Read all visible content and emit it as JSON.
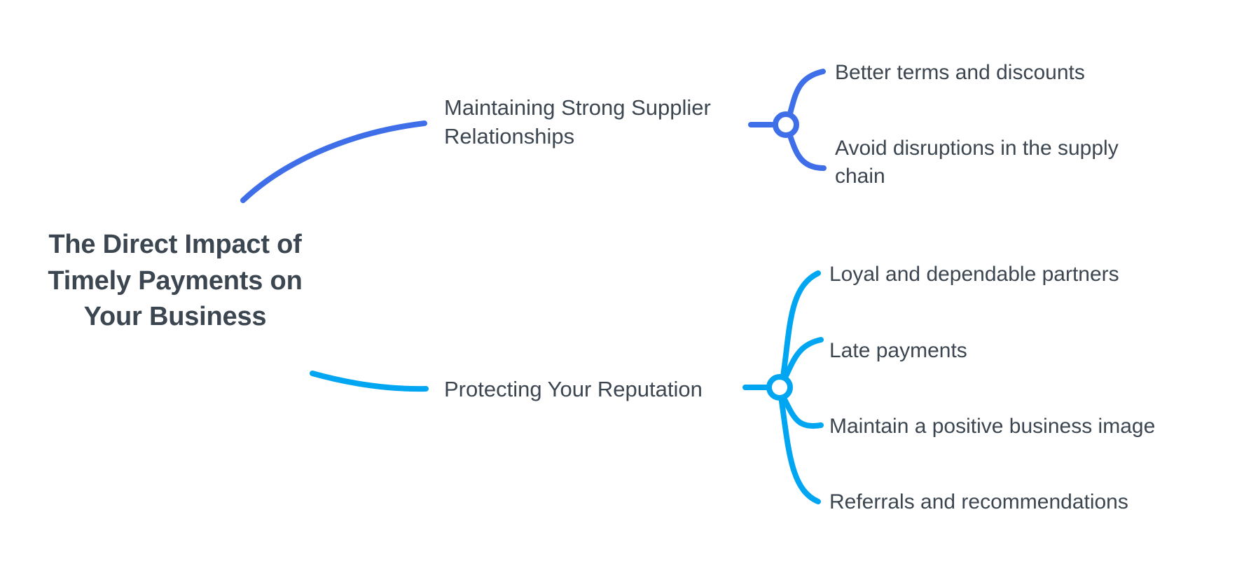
{
  "diagram": {
    "type": "mind-map",
    "background": "#ffffff",
    "text_color": "#3c4650",
    "root": {
      "title": "The Direct Impact of\nTimely Payments on\nYour Business"
    },
    "branches": [
      {
        "label": "Maintaining Strong Supplier\nRelationships",
        "color": "#3f6fe8",
        "hub_icon": "hub-node-icon",
        "leaves": [
          {
            "label": "Better terms and discounts"
          },
          {
            "label": "Avoid disruptions in the supply\nchain"
          }
        ]
      },
      {
        "label": "Protecting Your Reputation",
        "color": "#00a6f2",
        "hub_icon": "hub-node-icon",
        "leaves": [
          {
            "label": "Loyal and dependable partners"
          },
          {
            "label": "Late payments"
          },
          {
            "label": "Maintain a positive business image"
          },
          {
            "label": "Referrals and recommendations"
          }
        ]
      }
    ]
  }
}
